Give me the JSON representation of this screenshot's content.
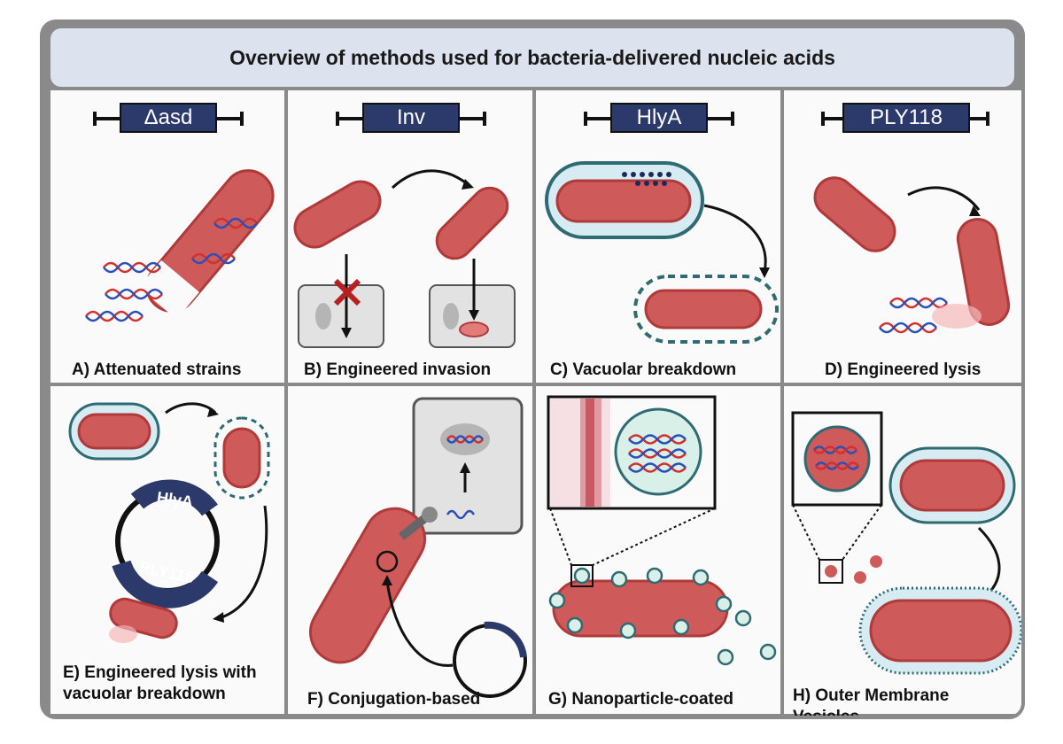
{
  "title": "Overview of methods used for bacteria-delivered nucleic acids",
  "genes": [
    "Δasd",
    "Inv",
    "HlyA",
    "PLY118"
  ],
  "panels": [
    {
      "caption": "A) Attenuated strains"
    },
    {
      "caption": "B) Engineered invasion"
    },
    {
      "caption": "C) Vacuolar breakdown"
    },
    {
      "caption": "D) Engineered lysis"
    },
    {
      "caption_line1": "E) Engineered lysis with",
      "caption_line2": "vacuolar breakdown"
    },
    {
      "caption": "F) Conjugation-based"
    },
    {
      "caption": "G) Nanoparticle-coated"
    },
    {
      "caption_line1": "H) Outer Membrane",
      "caption_line2": "Vesicles"
    }
  ],
  "plasmid_labels": {
    "top": "HlyA",
    "bottom": "PLY118"
  },
  "colors": {
    "bacterium": "#cf5a5a",
    "bacterium_outline": "#b03a3a",
    "vacuole_fill": "#d6ecf2",
    "vacuole_outline": "#2e6b72",
    "gene_box": "#2b3a6b",
    "dna_red": "#d33030",
    "dna_blue": "#2a4fb8",
    "cell_gray": "#e2e2e2",
    "nanoparticle": "#d8f0e8"
  }
}
